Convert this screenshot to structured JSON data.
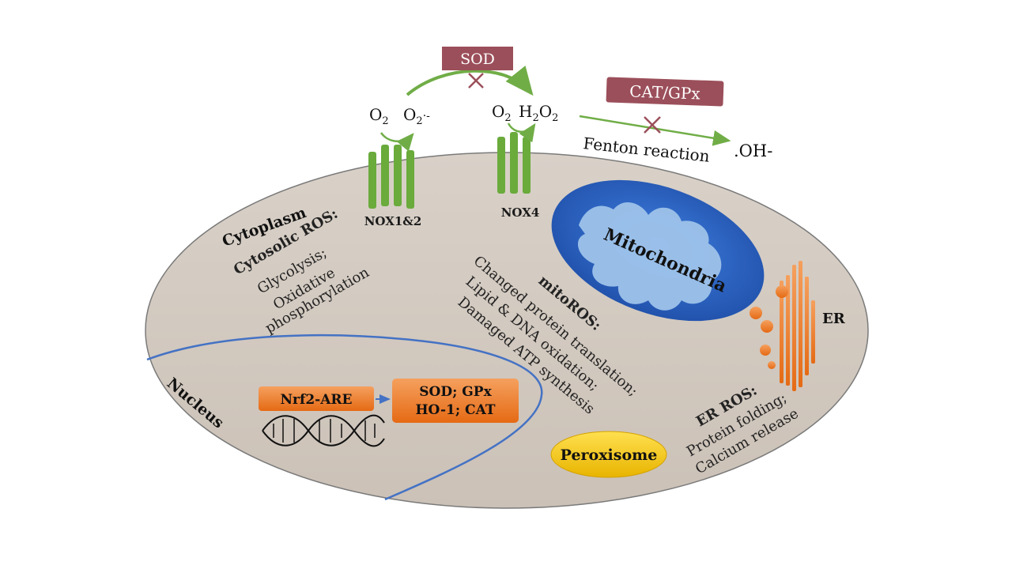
{
  "enzymes": {
    "sod": "SOD",
    "cat_gpx": "CAT/GPx"
  },
  "molecules": {
    "o2_left": "O",
    "o2_left_sub": "2",
    "superoxide": "O",
    "superoxide_sub": "2",
    "superoxide_sup": "·-",
    "o2_right": "O",
    "o2_right_sub": "2",
    "h2o2_h": "H",
    "h2o2_sub1": "2",
    "h2o2_o": "O",
    "h2o2_sub2": "2",
    "hydroxyl": ".OH-"
  },
  "fenton_label": "Fenton reaction",
  "nox": {
    "nox12": "NOX1&2",
    "nox4": "NOX4"
  },
  "cytoplasm": {
    "title": "Cytoplasm",
    "ros_title": "Cytosolic ROS:",
    "ros_lines": [
      "Glycolysis;",
      "Oxidative",
      "phosphorylation"
    ]
  },
  "mitochondria": {
    "label": "Mitochondria",
    "ros_title": "mitoROS:",
    "ros_lines": [
      "Changed protein translation;",
      "Lipid & DNA oxidation;",
      "Damaged ATP synthesis"
    ]
  },
  "er": {
    "label": "ER",
    "ros_title": "ER ROS:",
    "ros_lines": [
      "Protein folding;",
      "Calcium release"
    ]
  },
  "nucleus": {
    "label": "Nucleus",
    "nrf2": "Nrf2-ARE",
    "targets_line1": "SOD; GPx",
    "targets_line2": "HO-1; CAT"
  },
  "peroxisome": {
    "label": "Peroxisome"
  },
  "colors": {
    "cell_fill": "#d5ccc3",
    "cell_stroke": "#6b6b6b",
    "nox_green": "#6aab3c",
    "arrow_green": "#70ad47",
    "enzyme_box": "#9b4f5a",
    "inhibit_x": "#9b4f5a",
    "mito_outer": "#2e66c8",
    "mito_inner": "#9ec3ea",
    "nucleus_line": "#4472c4",
    "er_orange": "#ed7d31",
    "peroxisome_yellow": "#f2c200"
  }
}
